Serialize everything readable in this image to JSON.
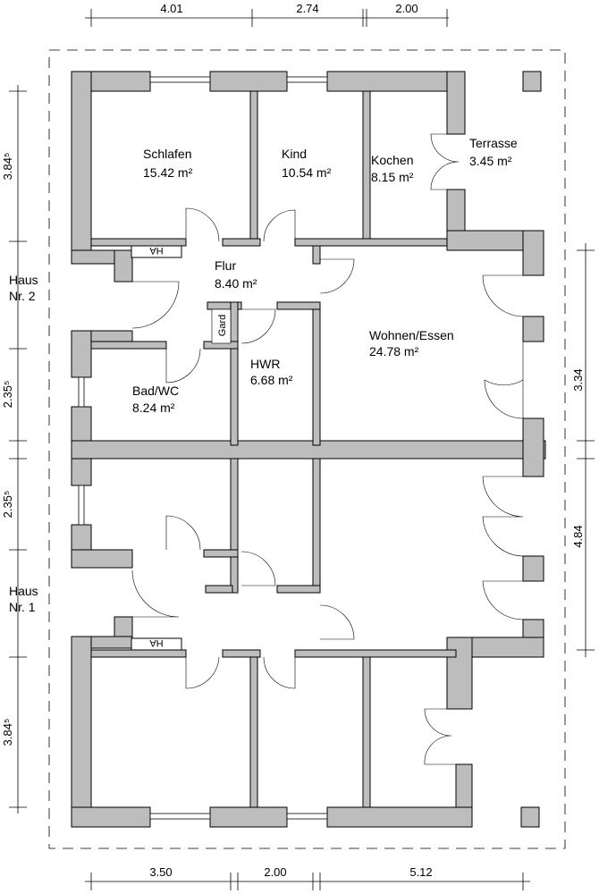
{
  "dimensions": {
    "top": [
      "4.01",
      "2.74",
      "2.00"
    ],
    "bottom": [
      "3.50",
      "2.00",
      "5.12"
    ],
    "left": [
      "3.84⁵",
      "2.35⁵",
      "2.35⁵",
      "3.84⁵"
    ],
    "right": [
      "3.34",
      "4.84"
    ]
  },
  "houses": [
    {
      "line1": "Haus",
      "line2": "Nr. 2"
    },
    {
      "line1": "Haus",
      "line2": "Nr. 1"
    }
  ],
  "rooms": [
    {
      "name": "Schlafen",
      "area": "15.42 m²"
    },
    {
      "name": "Kind",
      "area": "10.54 m²"
    },
    {
      "name": "Kochen",
      "area": "8.15 m²"
    },
    {
      "name": "Terrasse",
      "area": "3.45 m²"
    },
    {
      "name": "Flur",
      "area": "8.40 m²"
    },
    {
      "name": "Wohnen/Essen",
      "area": "24.78 m²"
    },
    {
      "name": "HWR",
      "area": "6.68 m²"
    },
    {
      "name": "Bad/WC",
      "area": "8.24 m²"
    }
  ],
  "fixtures": {
    "meter_label": "HA",
    "garderobe": "Gard"
  }
}
